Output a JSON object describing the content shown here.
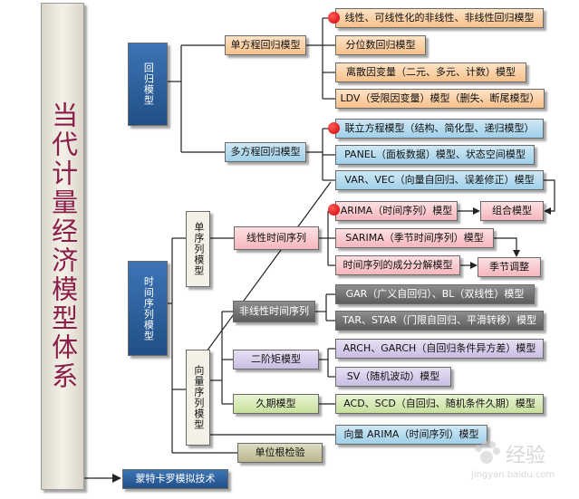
{
  "title": "当代计量经济模型体系",
  "nodes": {
    "regression": "回归模型",
    "single_eq": "单方程回归模型",
    "multi_eq": "多方程回归模型",
    "linear_nonlinear": "线性、可线性化的非线性、非线性回归模型",
    "quantile": "分位数回归模型",
    "discrete": "离散因变量（二元、多元、计数）模型",
    "ldv": "LDV（受限因变量）模型（删失、断尾模型）",
    "simultaneous": "联立方程模型（结构、简化型、递归模型）",
    "panel": "PANEL（面板数据）模型、状态空间模型",
    "var_vec": "VAR、VEC（向量自回归、误差修正）模型",
    "time_series": "时间序列模型",
    "univariate": "单序列模型",
    "vector_series": "向量序列模型",
    "linear_ts": "线性时间序列",
    "nonlinear_ts": "非线性时间序列",
    "second_moment": "二阶矩模型",
    "duration": "久期模型",
    "arima": "ARIMA（时间序列）模型",
    "combined": "组合模型",
    "sarima": "SARIMA（季节时间序列）模型",
    "decomposition": "时间序列的成分分解模型",
    "seasonal": "季节调整",
    "gar_bl": "GAR（广义自回归）、BL（双线性）模型",
    "tar_star": "TAR、STAR（门限自回归、平滑转移）模型",
    "arch_garch": "ARCH、GARCH（自回归条件异方差）模型",
    "sv": "SV（随机波动）模型",
    "acd_scd": "ACD、SCD（自回归、随机条件久期）模型",
    "vector_arima": "向量 ARIMA（时间序列）模型",
    "unit_root": "单位根检验",
    "monte_carlo": "蒙特卡罗模拟技术"
  },
  "watermark": {
    "brand": "经验",
    "url": "jingyan.baidu.com"
  },
  "colors": {
    "title_text": "#8b1f4a",
    "orange": "#f7c08a",
    "blue": "#9fd0ea",
    "pink": "#f5b7bd",
    "gray": "#5c5c5c",
    "lavender": "#c9bde3",
    "green": "#c7e09c",
    "steel": "#214f86",
    "marker": "#d10000"
  }
}
